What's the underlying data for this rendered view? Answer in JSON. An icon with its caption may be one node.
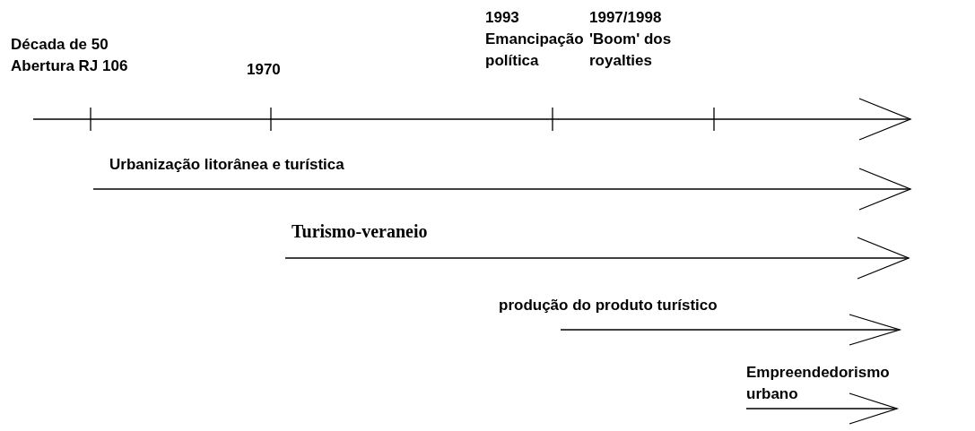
{
  "diagram": {
    "labels": [
      "Década de 50",
      "Abertura RJ 106",
      "1970",
      "1993",
      "Emancipação política",
      "1997/1998",
      "'Boom' dos royalties",
      "Urbanização litorânea e turística",
      "Turismo-veraneio",
      "produção do produto turístico",
      "Empreendedorismo urbano"
    ]
  }
}
